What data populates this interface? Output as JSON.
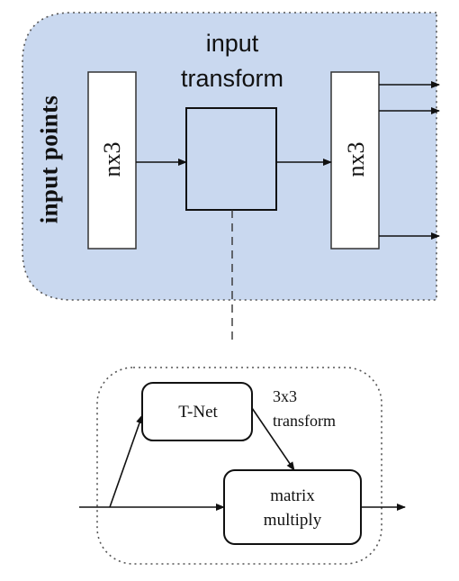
{
  "diagram": {
    "section_label": "input points",
    "input_block_label": "nx3",
    "output_block_label": "nx3",
    "transform_title_line1": "input",
    "transform_title_line2": "transform"
  },
  "detail": {
    "tnet_label": "T-Net",
    "tnet_output_line1": "3x3",
    "tnet_output_line2": "transform",
    "multiply_line1": "matrix",
    "multiply_line2": "multiply"
  },
  "colors": {
    "panel_fill": "#c9d8ef",
    "panel_border": "#555555",
    "stroke": "#111111"
  }
}
